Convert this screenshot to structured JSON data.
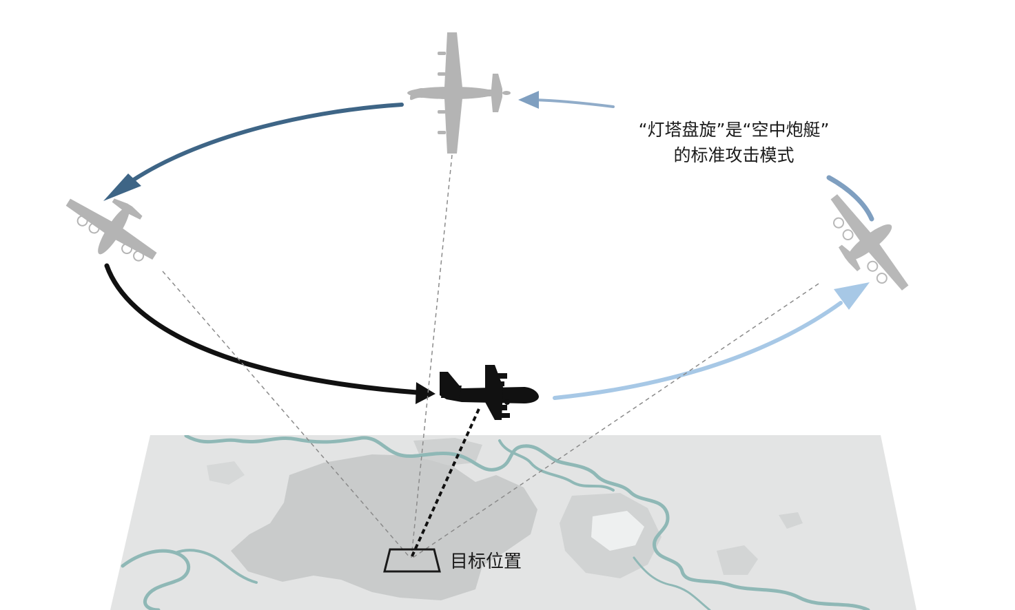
{
  "caption": {
    "line1": "“灯塔盘旋”是“空中炮艇”",
    "line2": "的标准攻击模式"
  },
  "target": {
    "label": "目标位置"
  },
  "colors": {
    "map_land": "#e3e4e4",
    "map_urban": "#c9cbcb",
    "river": "#8fb8b6",
    "aircraft_active": "#111111",
    "aircraft_ghost": "#b4b4b4",
    "arrow_dark_blue": "#3e6586",
    "arrow_mid_blue": "#7f9fc0",
    "arrow_light_blue": "#a7c8e6",
    "arrow_black": "#111111",
    "sight_line": "#8a8a8a"
  },
  "icons": [
    "aircraft-top-icon",
    "aircraft-left-icon",
    "aircraft-right-icon",
    "aircraft-active-icon",
    "target-box-icon"
  ]
}
